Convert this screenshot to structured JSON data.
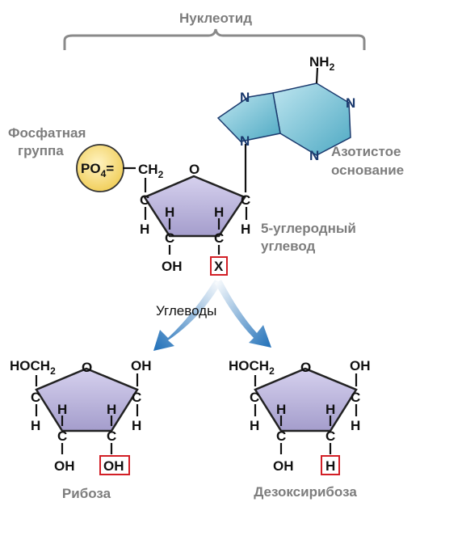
{
  "title": "Нуклеотид",
  "labels": {
    "phosphate_line1": "Фосфатная",
    "phosphate_line2": "группа",
    "base_line1": "Азотистое",
    "base_line2": "основание",
    "sugar_line1": "5-углеродный",
    "sugar_line2": "углевод",
    "carbs": "Углеводы",
    "ribose": "Рибоза",
    "deoxyribose": "Дезоксирибоза"
  },
  "nucleotide": {
    "phosphate": "PO",
    "phosphate_sub": "4",
    "phosphate_charge": "=",
    "ch2": "CH",
    "ch2_sub": "2",
    "ring_o": "O",
    "c": "C",
    "h": "H",
    "oh": "OH",
    "x": "X",
    "base_nh2": "NH",
    "base_nh2_sub": "2",
    "base_n": "N"
  },
  "ribose": {
    "hoch2": "HOCH",
    "hoch2_sub": "2",
    "o": "O",
    "c": "C",
    "h": "H",
    "oh": "OH",
    "oh_highlight": "OH"
  },
  "deoxyribose": {
    "hoch2": "HOCH",
    "hoch2_sub": "2",
    "o": "O",
    "c": "C",
    "h": "H",
    "oh": "OH",
    "h_highlight": "H"
  },
  "colors": {
    "sugar_fill": "#b9b3d9",
    "base_fill": "#7ec8da",
    "phosphate_fill": "#f7de85",
    "arrow": "#1f6fb8",
    "highlight": "#d21f26",
    "label": "#7d7d7d"
  }
}
